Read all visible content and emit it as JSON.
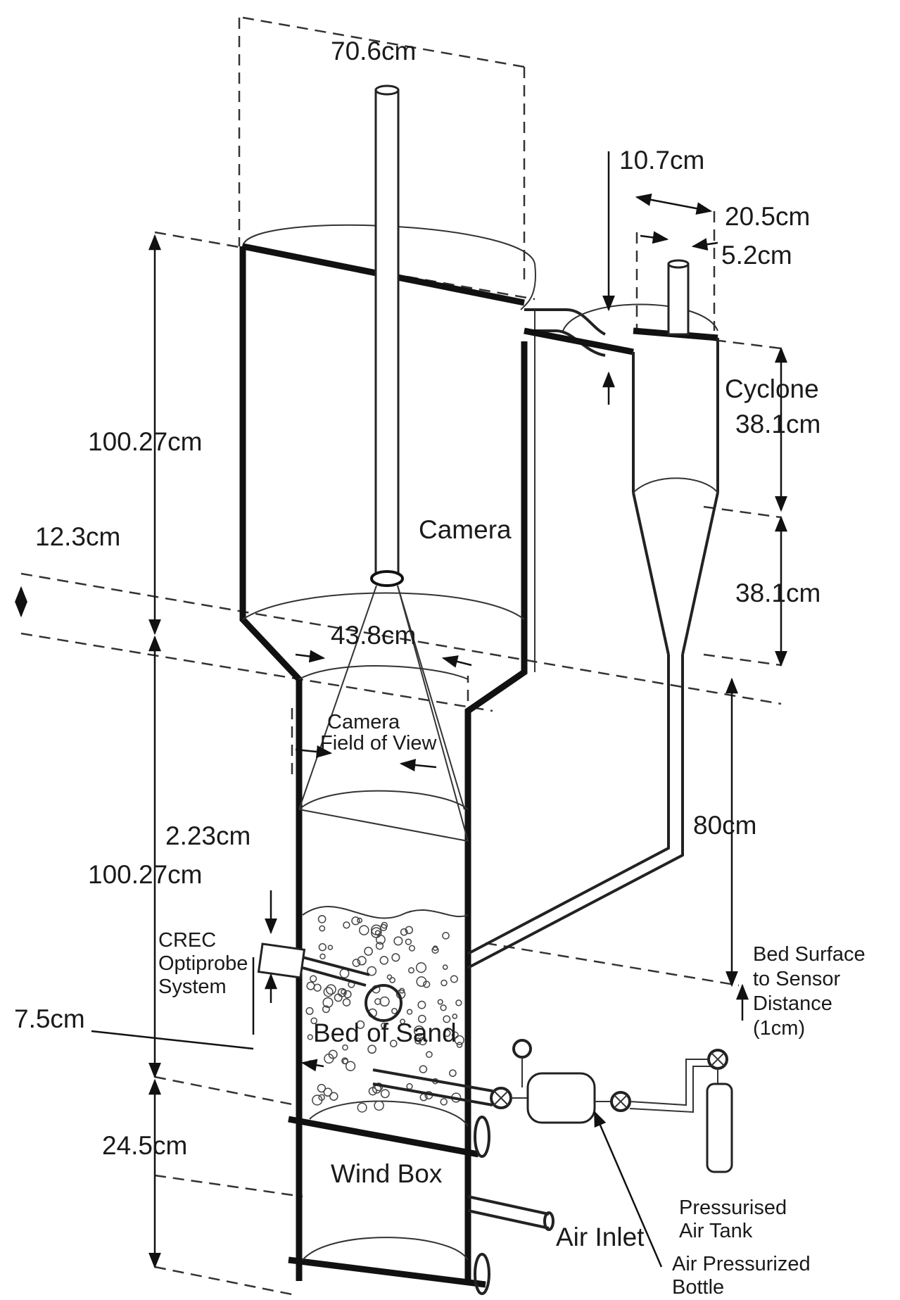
{
  "labels": {
    "top_diameter": "70.6cm",
    "cyclone_inlet_height": "10.7cm",
    "cyclone_diameter": "20.5cm",
    "cyclone_outlet": "5.2cm",
    "cyclone": "Cyclone",
    "cyclone_upper_height": "38.1cm",
    "cyclone_lower_height": "38.1cm",
    "freeboard_height": "100.27cm",
    "transition_height": "12.3cm",
    "camera": "Camera",
    "column_diameter": "43.8cm",
    "camera_fov_line1": "Camera",
    "camera_fov_line2": "Field of View",
    "dipleg_height": "80cm",
    "probe_offset": "2.23cm",
    "column_height": "100.27cm",
    "probe_line1": "CREC",
    "probe_line2": "Optiprobe",
    "probe_line3": "System",
    "bed_distance_line1": "Bed Surface",
    "bed_distance_line2": "to Sensor",
    "bed_distance_line3": "Distance",
    "bed_distance_line4": "(1cm)",
    "probe_depth": "7.5cm",
    "bed_of_sand": "Bed of Sand",
    "windbox_height": "24.5cm",
    "wind_box": "Wind Box",
    "air_inlet": "Air Inlet",
    "air_tank_line1": "Pressurised",
    "air_tank_line2": "Air Tank",
    "air_bottle_line1": "Air Pressurized",
    "air_bottle_line2": "Bottle"
  }
}
